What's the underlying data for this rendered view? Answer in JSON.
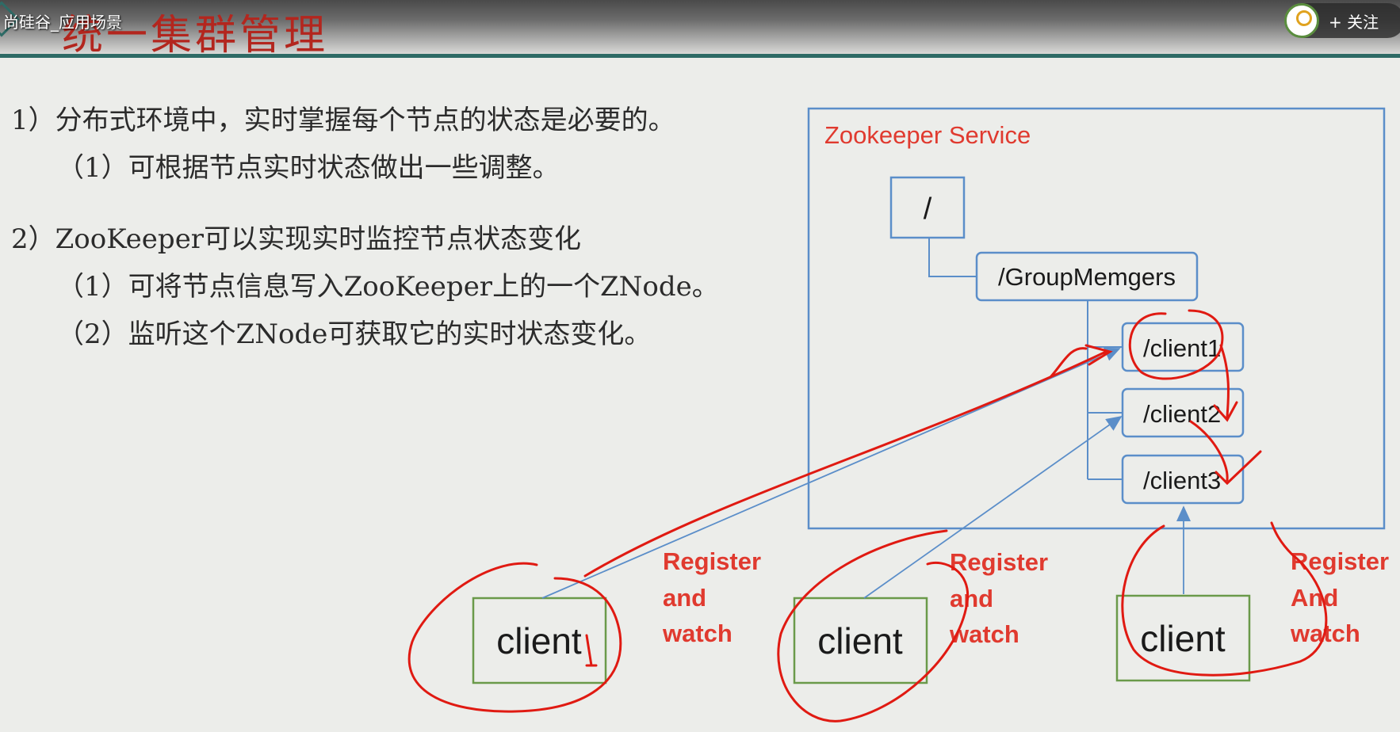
{
  "header": {
    "video_title": "尚硅谷_应用场景",
    "slide_title": "统一集群管理",
    "follow_label": "+ 关注",
    "avatar_icon": "brand-logo-icon"
  },
  "body_text": {
    "point1": "1）分布式环境中，实时掌握每个节点的状态是必要的。",
    "point1_sub1": "（1）可根据节点实时状态做出一些调整。",
    "point2": "2）ZooKeeper可以实现实时监控节点状态变化",
    "point2_sub1": "（1）可将节点信息写入ZooKeeper上的一个ZNode。",
    "point2_sub2": "（2）监听这个ZNode可获取它的实时状态变化。"
  },
  "diagram": {
    "service_title": "Zookeeper Service",
    "root_node": "/",
    "group_node": "/GroupMemgers",
    "children": [
      "/client1",
      "/client2",
      "/client3"
    ],
    "clients": [
      "client",
      "client",
      "client"
    ],
    "labels": [
      [
        "Register",
        "and",
        "watch"
      ],
      [
        "Register",
        "and",
        "watch"
      ],
      [
        "Register",
        "And",
        "watch"
      ]
    ],
    "colors": {
      "service_border": "#5b8ec9",
      "node_border": "#5b8ec9",
      "client_border": "#6a9a4a",
      "accent_red": "#e03a2f",
      "arrow": "#5b8ec9"
    }
  }
}
